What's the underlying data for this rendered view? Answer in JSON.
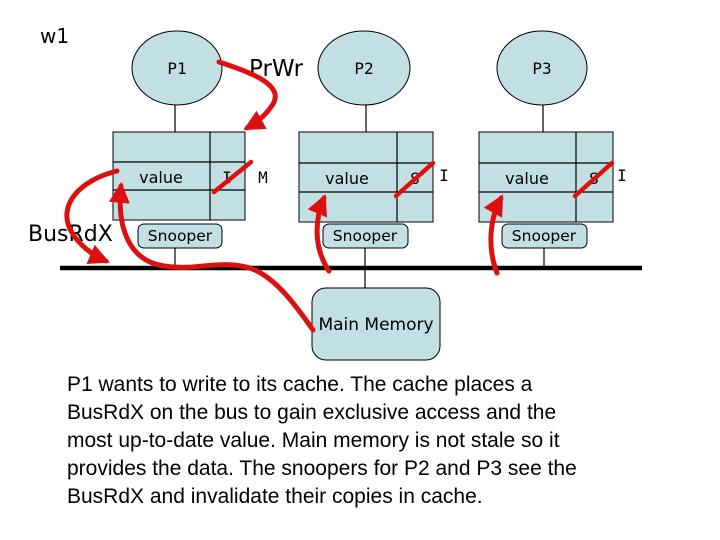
{
  "slide": {
    "step_label": "w1",
    "prwr_label": "PrWr",
    "busrdx_label": "BusRdX",
    "main_memory_label": "Main Memory",
    "processors": [
      {
        "name": "P1",
        "cache_value": "value",
        "state": "I",
        "next_state": "M",
        "snooper_label": "Snooper"
      },
      {
        "name": "P2",
        "cache_value": "value",
        "state": "S",
        "next_state": "I",
        "snooper_label": "Snooper"
      },
      {
        "name": "P3",
        "cache_value": "value",
        "state": "S",
        "next_state": "I",
        "snooper_label": "Snooper"
      }
    ],
    "caption_lines": [
      "P1 wants to write to its cache. The cache places a",
      "BusRdX on the bus to gain exclusive access and the",
      "most up-to-date value. Main memory is not stale so it",
      "provides the data. The snoopers for P2 and P3 see the",
      "BusRdX and invalidate their copies in cache."
    ]
  },
  "colors": {
    "shape_fill": "#c2e0e3",
    "shape_outline": "#000000",
    "arrow_red": "#dd1010",
    "background": "#ffffff",
    "text": "#000000"
  }
}
